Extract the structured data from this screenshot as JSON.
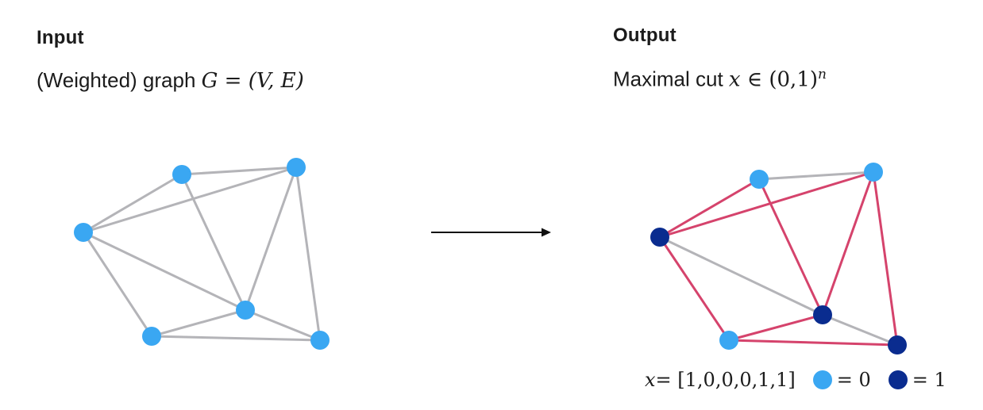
{
  "input": {
    "heading": "Input",
    "description_prefix": "(Weighted) graph ",
    "formula_var": "G",
    "formula_eq": " = ",
    "formula_set": "(V, E)"
  },
  "output": {
    "heading": "Output",
    "description_prefix": "Maximal cut ",
    "formula_var": "x",
    "formula_in": " ∈ ",
    "formula_set": "(0,1)",
    "formula_exp": "n"
  },
  "legend": {
    "vector_var": "x",
    "vector_value": " = [1,0,0,0,1,1]",
    "zero_label": " = 0",
    "one_label": " = 1"
  },
  "colors": {
    "node_zero": "#3aa7f2",
    "node_one": "#0a2c8f",
    "edge_default": "#b4b4b8",
    "edge_cut": "#d5436c",
    "arrow": "#111111"
  },
  "graph": {
    "nodes": [
      "n1",
      "n2",
      "n3",
      "n4",
      "n5",
      "n6"
    ],
    "edges": [
      [
        "n1",
        "n2"
      ],
      [
        "n1",
        "n3"
      ],
      [
        "n1",
        "n5"
      ],
      [
        "n1",
        "n4"
      ],
      [
        "n2",
        "n3"
      ],
      [
        "n2",
        "n5"
      ],
      [
        "n3",
        "n5"
      ],
      [
        "n3",
        "n6"
      ],
      [
        "n4",
        "n5"
      ],
      [
        "n4",
        "n6"
      ],
      [
        "n5",
        "n6"
      ]
    ],
    "cut_assignment": [
      1,
      0,
      0,
      0,
      1,
      1
    ]
  }
}
